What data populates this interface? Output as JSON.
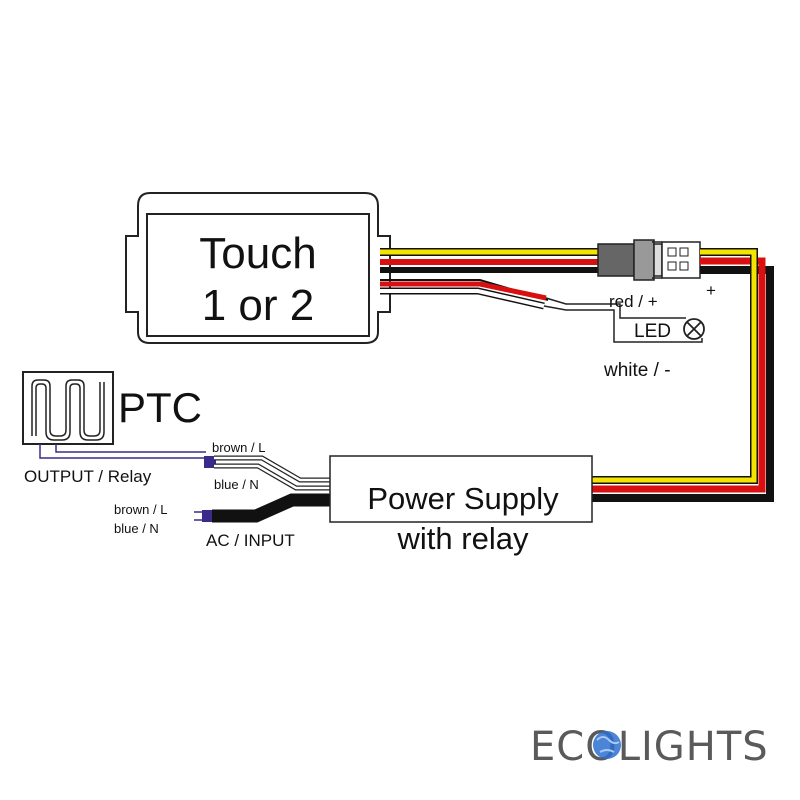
{
  "touch_module": {
    "line1": "Touch",
    "line2": "1 or 2"
  },
  "power_supply": {
    "line1": "Power Supply",
    "line2": "with relay"
  },
  "ptc": {
    "label": "PTC"
  },
  "output": {
    "wire_brown": "brown / L",
    "wire_blue": "blue / N",
    "label": "OUTPUT / Relay"
  },
  "input": {
    "wire_brown": "brown / L",
    "wire_blue": "blue / N",
    "label": "AC / INPUT"
  },
  "led": {
    "label": "LED",
    "wire_red": "red / +",
    "wire_white": "white / -",
    "plus": "+"
  },
  "logo": {
    "text": "ECOLIGHTS"
  },
  "colors": {
    "wire_yellow": "#f5e400",
    "wire_red": "#d81010",
    "wire_black": "#111111",
    "wire_blue": "#3b2a8a",
    "logo_gray": "#5a5a5a",
    "logo_blue": "#2d6fd0"
  }
}
